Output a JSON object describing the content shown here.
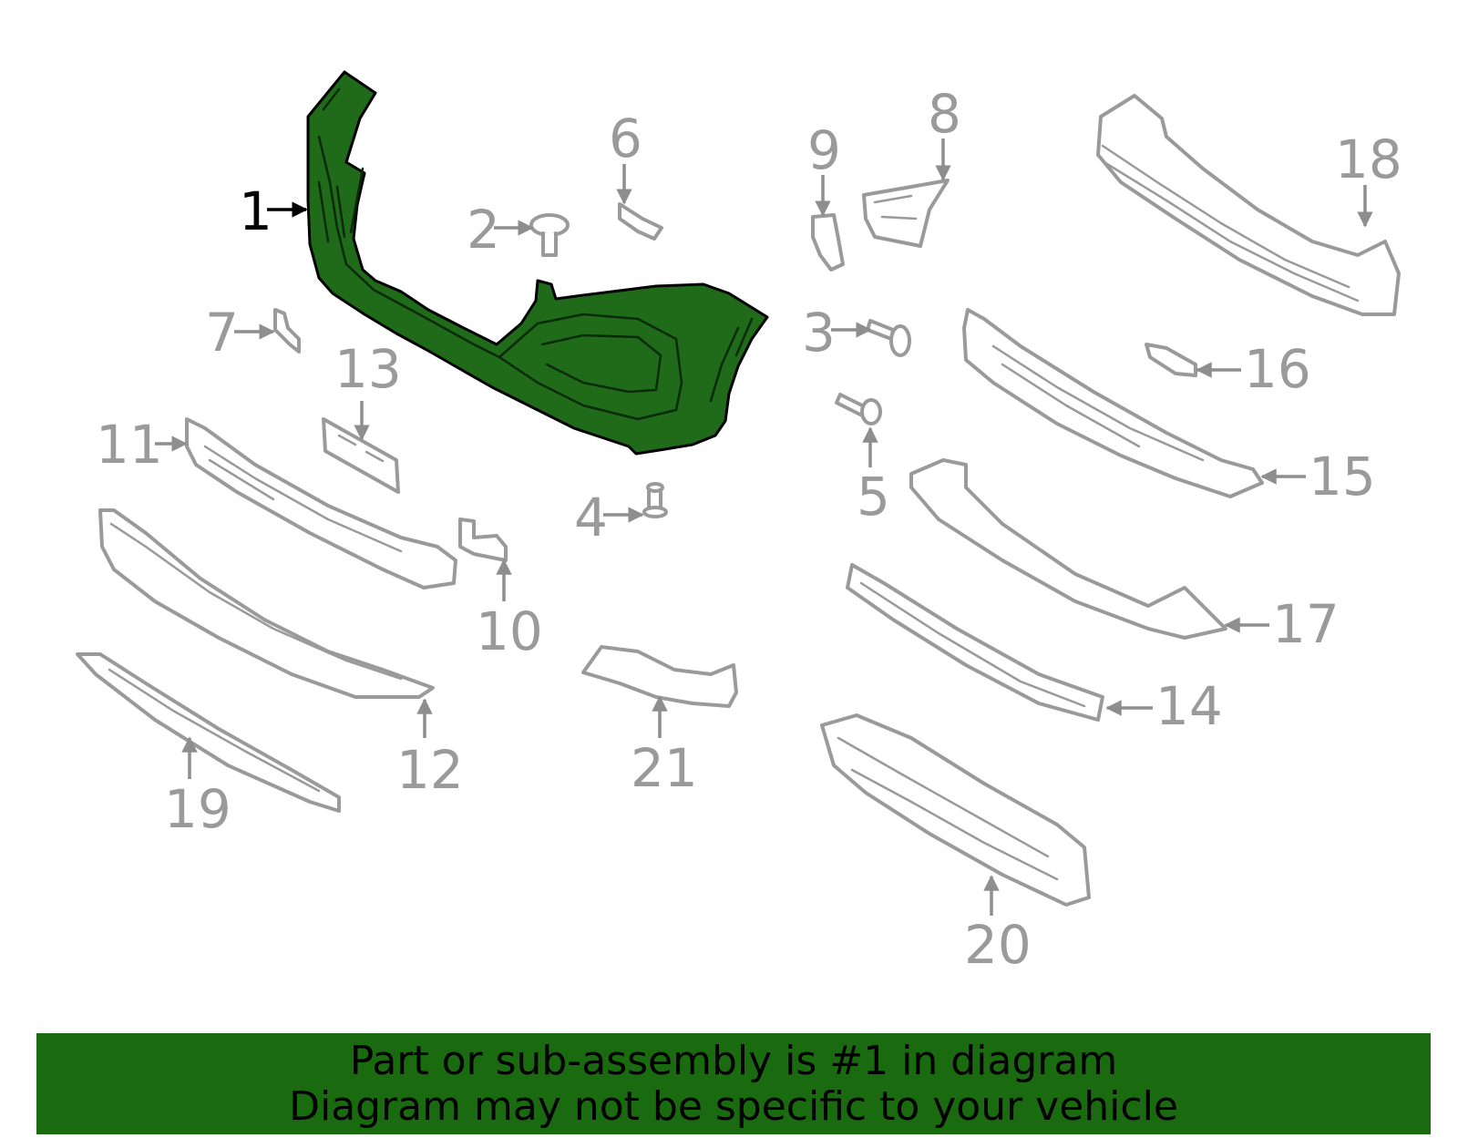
{
  "diagram": {
    "highlight_color": "#1f6b1a",
    "callouts": [
      "1",
      "2",
      "3",
      "4",
      "5",
      "6",
      "7",
      "8",
      "9",
      "10",
      "11",
      "12",
      "13",
      "14",
      "15",
      "16",
      "17",
      "18",
      "19",
      "20",
      "21"
    ],
    "highlighted_part": "1"
  },
  "banner": {
    "line1": "Part or sub-assembly is #1 in diagram",
    "line2": "Diagram may not be specific to your vehicle",
    "background": "#1a6b10"
  }
}
